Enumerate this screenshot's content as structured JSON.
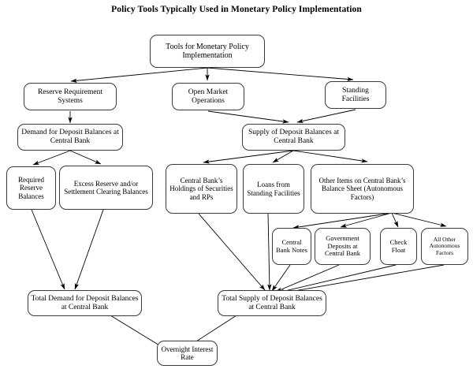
{
  "title": "Policy Tools Typically Used in Monetary Policy Implementation",
  "diagram": {
    "type": "flowchart",
    "nodes": {
      "tools": "Tools for Monetary Policy Implementation",
      "reserve_requirement": "Reserve Requirement Systems",
      "open_market": "Open Market Operations",
      "standing_facilities": "Standing Facilities",
      "demand_deposit": "Demand for Deposit Balances at Central Bank",
      "supply_deposit": "Supply of Deposit Balances at Central Bank",
      "required_reserve": "Required Reserve Balances",
      "excess_reserve": "Excess Reserve and/or Settlement Clearing Balances",
      "cb_holdings": "Central Bank’s Holdings of Securities and RPs",
      "loans_standing": "Loans from Standing Facilities",
      "other_items": "Other Items on Central Bank’s Balance Sheet (Autonomous Factors)",
      "cb_notes": "Central Bank Notes",
      "govt_deposits": "Government Deposits at Central Bank",
      "check_float": "Check Float",
      "all_other": "All Other Autonomous Factors",
      "total_demand": "Total Demand for Deposit Balances at Central Bank",
      "total_supply": "Total Supply of Deposit Balances at Central Bank",
      "overnight_rate": "Overnight Interest Rate"
    },
    "edges": [
      {
        "from": "tools",
        "to": "reserve_requirement"
      },
      {
        "from": "tools",
        "to": "open_market"
      },
      {
        "from": "tools",
        "to": "standing_facilities"
      },
      {
        "from": "reserve_requirement",
        "to": "demand_deposit"
      },
      {
        "from": "open_market",
        "to": "supply_deposit"
      },
      {
        "from": "standing_facilities",
        "to": "supply_deposit"
      },
      {
        "from": "demand_deposit",
        "to": "required_reserve"
      },
      {
        "from": "demand_deposit",
        "to": "excess_reserve"
      },
      {
        "from": "supply_deposit",
        "to": "cb_holdings"
      },
      {
        "from": "supply_deposit",
        "to": "loans_standing"
      },
      {
        "from": "supply_deposit",
        "to": "other_items"
      },
      {
        "from": "other_items",
        "to": "cb_notes"
      },
      {
        "from": "other_items",
        "to": "govt_deposits"
      },
      {
        "from": "other_items",
        "to": "check_float"
      },
      {
        "from": "other_items",
        "to": "all_other"
      },
      {
        "from": "required_reserve",
        "to": "total_demand"
      },
      {
        "from": "excess_reserve",
        "to": "total_demand"
      },
      {
        "from": "cb_holdings",
        "to": "total_supply"
      },
      {
        "from": "loans_standing",
        "to": "total_supply"
      },
      {
        "from": "cb_notes",
        "to": "total_supply"
      },
      {
        "from": "govt_deposits",
        "to": "total_supply"
      },
      {
        "from": "check_float",
        "to": "total_supply"
      },
      {
        "from": "all_other",
        "to": "total_supply"
      },
      {
        "from": "total_demand",
        "to": "overnight_rate"
      },
      {
        "from": "total_supply",
        "to": "overnight_rate"
      }
    ],
    "colors": {
      "background": "#ffffff",
      "node_border": "#3a3a3a",
      "node_fill": "#ffffff",
      "edge": "#000000",
      "text": "#000000"
    }
  }
}
